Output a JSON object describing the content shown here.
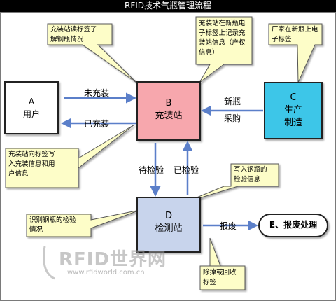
{
  "title": "RFID技术气瓶管理流程",
  "nodes": {
    "a": {
      "letter": "A",
      "label": "用户"
    },
    "b": {
      "letter": "B",
      "label": "充装站"
    },
    "c": {
      "letter": "C",
      "line1": "生产",
      "line2": "制造"
    },
    "d": {
      "letter": "D",
      "label": "检测站"
    },
    "e": {
      "label": "E、报废处理"
    }
  },
  "edges": {
    "b_to_a": "未充装",
    "a_to_b": "已充装",
    "c_to_b_line1": "新瓶",
    "c_to_b_line2": "采购",
    "b_to_d": "待检验",
    "d_to_b": "已检验",
    "d_to_e": "报废"
  },
  "callouts": {
    "c1": [
      "充装站读标签了",
      "解钢瓶情况"
    ],
    "c2": [
      "充装站在新瓶电",
      "子标签上记录充",
      "装站信息（产权",
      "信息）"
    ],
    "c3": [
      "厂家在新瓶上电",
      "子标签"
    ],
    "c4": [
      "充装站向标签写",
      "入充装信息和用",
      "户信息"
    ],
    "c5": [
      "写入钢瓶的",
      "检验信息"
    ],
    "c6": [
      "识别钢瓶的检验",
      "情况"
    ],
    "c7": [
      "除掉或回收",
      "标签"
    ]
  },
  "watermark": {
    "brand": "RFID世界网",
    "url": "www.rfidworld.com.cn"
  },
  "colors": {
    "box_a": "#ffffff",
    "box_b": "#f7a7ad",
    "box_c": "#3dc6e8",
    "box_d": "#c8d4ec",
    "callout_fill": "#fdfdc8",
    "arrow": "#5b7fc9"
  }
}
